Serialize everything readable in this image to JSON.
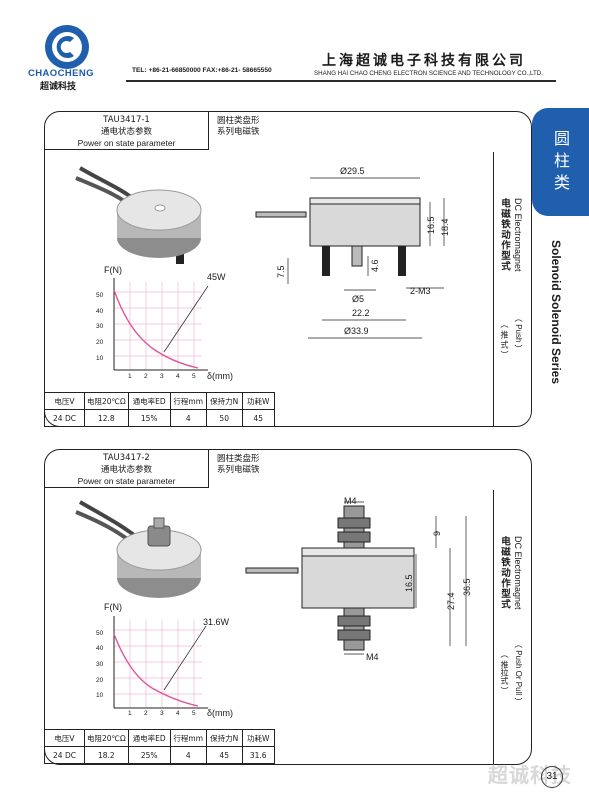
{
  "header": {
    "brand_name": "CHAOCHENG",
    "brand_cn": "超诚科技",
    "contact": "TEL: +86-21-66850000  FAX:+86-21- 58665550",
    "company_cn": "上海超诚电子科技有限公司",
    "company_en": "SHANG HAI CHAO CHENG ELECTRON SCIENCE AND TECHNOLOGY CO.,LTD."
  },
  "side_tab": {
    "label": "圆柱类",
    "series": "Solenoid Solenoid Series"
  },
  "products": [
    {
      "model": "TAU3417-1",
      "state_cn": "通电状态参数",
      "state_en": "Power on state parameter",
      "type_cn": "圆柱类盘形",
      "type_cn2": "系列电磁铁",
      "side_en": "DC Electromagnet",
      "side_cn": "电磁铁动作型式",
      "side_action_en": "（ Push ）",
      "side_action_cn": "（ 推 式 ）",
      "graph": {
        "y_label": "F(N)",
        "x_label": "δ(mm)",
        "curve_label": "45W",
        "y_ticks": [
          "50",
          "40",
          "30",
          "20",
          "10"
        ],
        "x_ticks": [
          "1",
          "2",
          "3",
          "4",
          "5"
        ]
      },
      "dims": {
        "d1": "Ø29.5",
        "d2": "16.5",
        "d3": "18.4",
        "d4": "7.5",
        "d5": "4.6",
        "d6": "Ø5",
        "d7": "2-M3",
        "d8": "22.2",
        "d9": "Ø33.9"
      },
      "table": {
        "headers": [
          "电压V",
          "电阻20℃Ω",
          "通电率ED",
          "行程mm",
          "保持力N",
          "功耗W"
        ],
        "values": [
          "24 DC",
          "12.8",
          "15%",
          "4",
          "50",
          "45"
        ]
      }
    },
    {
      "model": "TAU3417-2",
      "state_cn": "通电状态参数",
      "state_en": "Power on state parameter",
      "type_cn": "圆柱类盘形",
      "type_cn2": "系列电磁铁",
      "side_en": "DC Electromagnet",
      "side_cn": "电磁铁动作型式",
      "side_action_en": "（ Push Or Pull ）",
      "side_action_cn": "（ 推拉式 ）",
      "graph": {
        "y_label": "F(N)",
        "x_label": "δ(mm)",
        "curve_label": "31.6W",
        "y_ticks": [
          "50",
          "40",
          "30",
          "20",
          "10"
        ],
        "x_ticks": [
          "1",
          "2",
          "3",
          "4",
          "5"
        ]
      },
      "dims": {
        "d1": "M4",
        "d2": "9",
        "d3": "16.5",
        "d4": "27.4",
        "d5": "36.5",
        "d6": "M4"
      },
      "table": {
        "headers": [
          "电压V",
          "电阻20℃Ω",
          "通电率ED",
          "行程mm",
          "保持力N",
          "功耗W"
        ],
        "values": [
          "24 DC",
          "18.2",
          "25%",
          "4",
          "45",
          "31.6"
        ]
      }
    }
  ],
  "footer": {
    "watermark": "超诚科技",
    "page": "31"
  },
  "colors": {
    "brand_blue": "#1f5fae",
    "curve": "#e0559a",
    "grid": "#f2b8d4"
  }
}
